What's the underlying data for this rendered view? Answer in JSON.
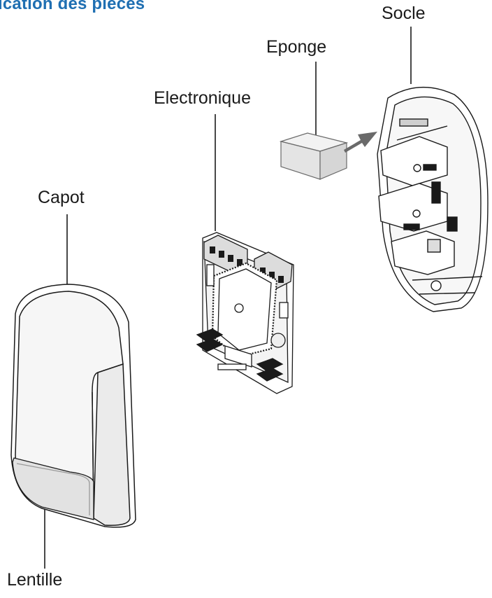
{
  "title": "ication des pièces",
  "labels": {
    "socle": "Socle",
    "eponge": "Eponge",
    "electronique": "Electronique",
    "capot": "Capot",
    "lentille": "Lentille"
  },
  "colors": {
    "title": "#1f6fb2",
    "line": "#1a1a1a",
    "sponge": "#e8e8e8",
    "arrow": "#6a6a6a"
  }
}
